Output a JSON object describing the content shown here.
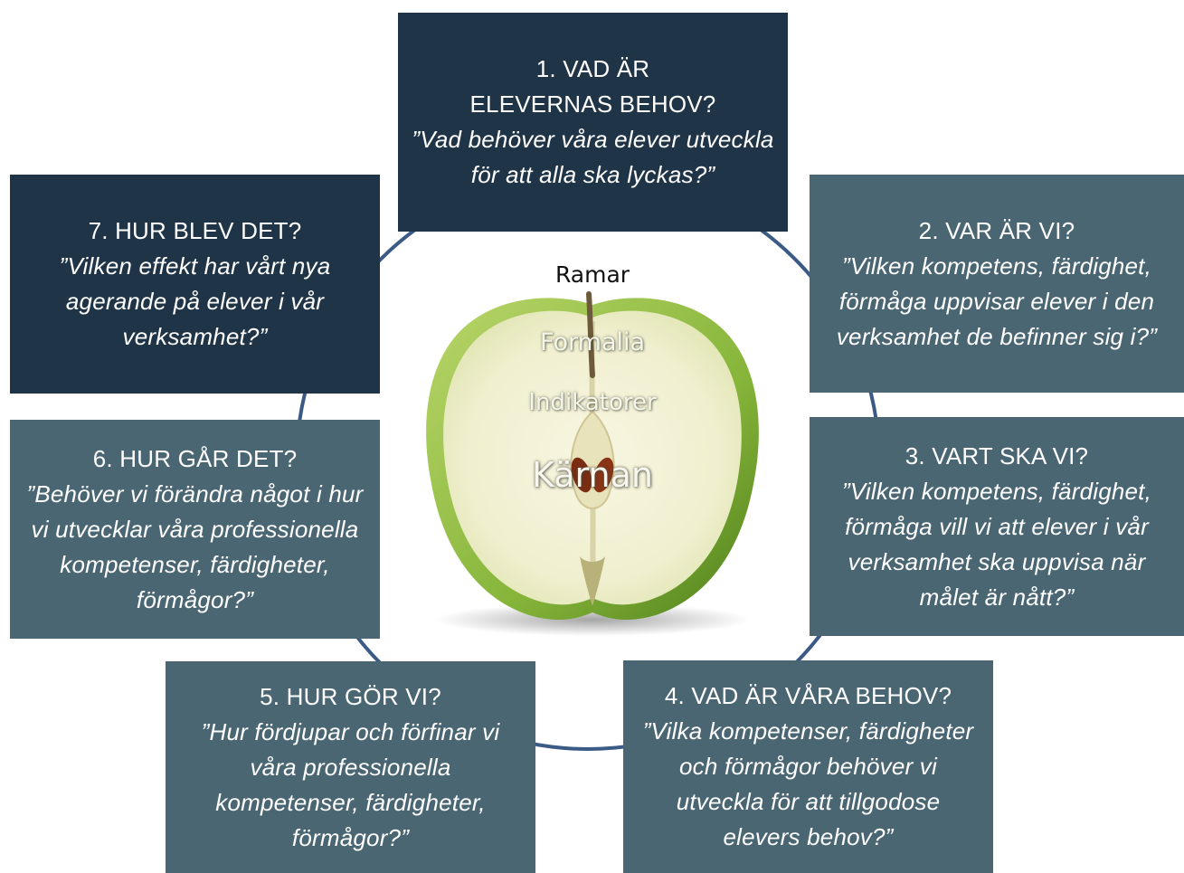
{
  "steps": [
    {
      "title": "1. VAD ÄR",
      "title2": "ELEVERNAS BEHOV?",
      "question": "”Vad behöver våra elever utveckla för att alla ska lyckas?”"
    },
    {
      "title": "2. VAR ÄR VI?",
      "question": "”Vilken kompetens, färdighet, förmåga uppvisar elever i den verksamhet de befinner sig i?”"
    },
    {
      "title": "3. VART SKA VI?",
      "question": "”Vilken kompetens, färdighet, förmåga vill vi att elever i vår verksamhet ska uppvisa när målet är nått?”"
    },
    {
      "title": "4. VAD ÄR VÅRA BEHOV?",
      "question": "”Vilka kompetenser, färdigheter och förmågor behöver vi utveckla för att tillgodose elevers behov?”"
    },
    {
      "title": "5. HUR GÖR VI?",
      "question": "”Hur fördjupar och förfinar vi våra professionella kompetenser, färdigheter, förmågor?”"
    },
    {
      "title": "6. HUR GÅR DET?",
      "question": "”Behöver vi förändra något i hur vi utvecklar våra professionella kompetenser, färdigheter, förmågor?”"
    },
    {
      "title": "7. HUR BLEV DET?",
      "question": "”Vilken effekt har vårt nya agerande på elever i vår verksamhet?”"
    }
  ],
  "apple": {
    "labels": [
      "Ramar",
      "Formalia",
      "Indikatorer",
      "Kärnan"
    ]
  },
  "colors": {
    "dark_box": "#1f3447",
    "mid_box": "#4a6673",
    "ring": "#3b5a85",
    "text": "#ffffff"
  }
}
